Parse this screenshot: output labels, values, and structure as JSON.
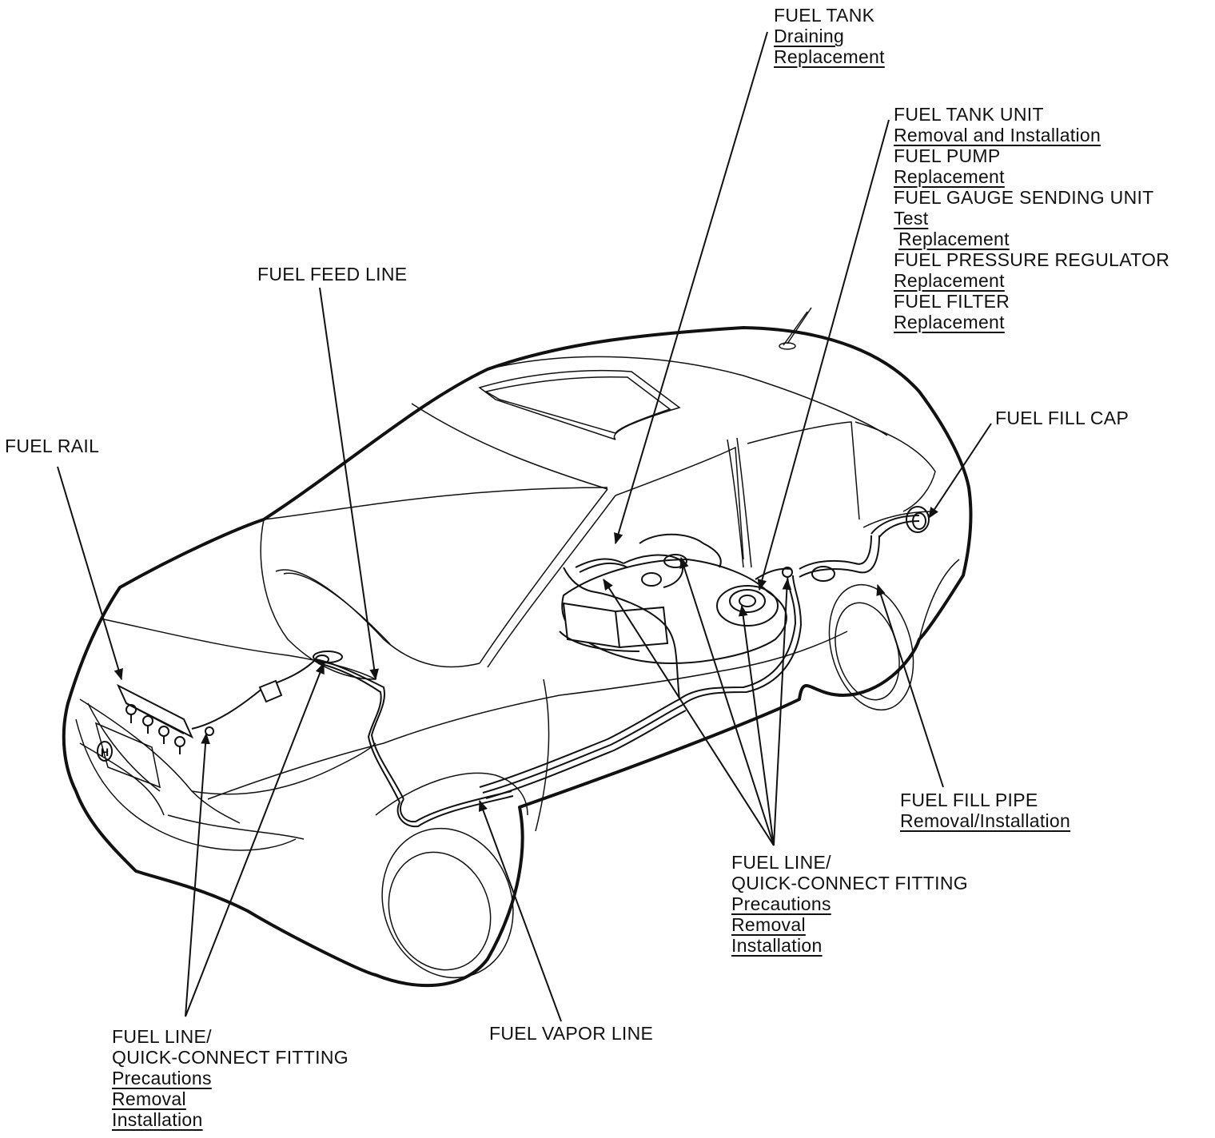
{
  "callouts": {
    "fuel_tank": {
      "title": "FUEL TANK",
      "links": [
        "Draining",
        "Replacement"
      ]
    },
    "fuel_tank_unit": {
      "title": "FUEL TANK UNIT",
      "links": [
        "Removal and Installation"
      ]
    },
    "fuel_pump": {
      "title": "FUEL PUMP",
      "links": [
        "Replacement"
      ]
    },
    "fuel_gauge": {
      "title": "FUEL GAUGE SENDING UNIT",
      "links": [
        "Test",
        "Replacement"
      ]
    },
    "fuel_pressure": {
      "title": "FUEL PRESSURE REGULATOR",
      "links": [
        "Replacement"
      ]
    },
    "fuel_filter": {
      "title": "FUEL FILTER",
      "links": [
        "Replacement"
      ]
    },
    "fuel_feed_line": {
      "title": "FUEL FEED LINE"
    },
    "fuel_rail": {
      "title": "FUEL RAIL"
    },
    "fuel_fill_cap": {
      "title": "FUEL FILL CAP"
    },
    "fuel_fill_pipe": {
      "title": "FUEL FILL PIPE",
      "links": [
        "Removal/Installation"
      ]
    },
    "fuel_line_rear": {
      "title_lines": [
        "FUEL LINE/",
        "QUICK-CONNECT FITTING"
      ],
      "links": [
        "Precautions",
        "Removal",
        "Installation"
      ]
    },
    "fuel_line_front": {
      "title_lines": [
        "FUEL LINE/",
        "QUICK-CONNECT FITTING"
      ],
      "links": [
        "Precautions",
        "Removal",
        "Installation"
      ]
    },
    "fuel_vapor_line": {
      "title": "FUEL VAPOR LINE"
    }
  },
  "emblem_letter": "H"
}
